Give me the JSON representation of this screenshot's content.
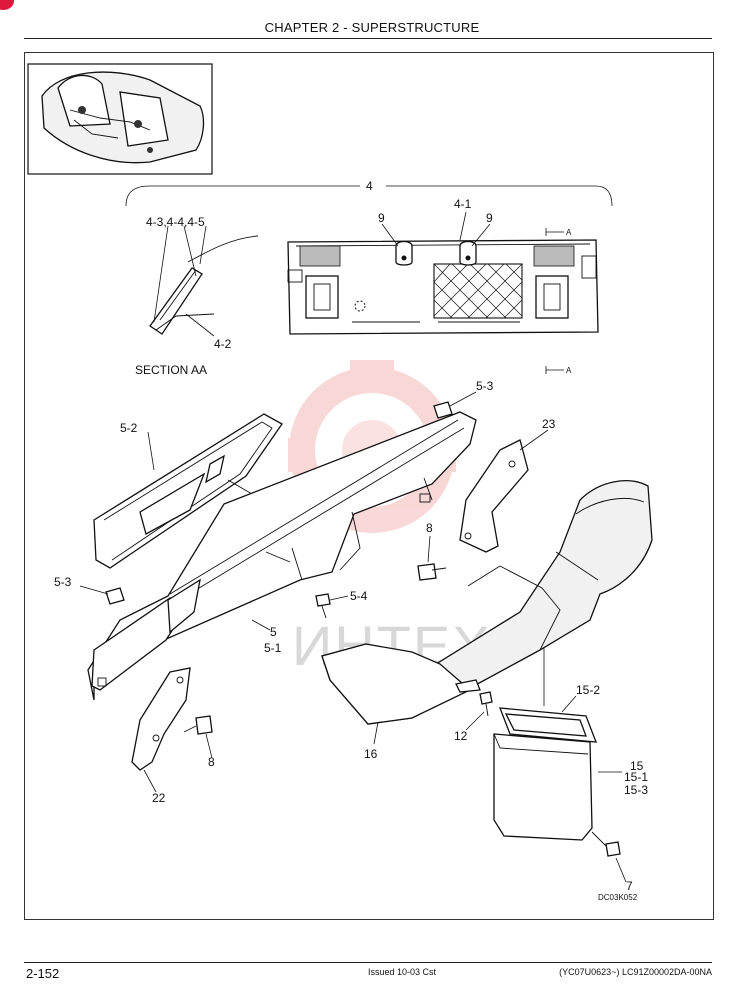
{
  "header": {
    "title": "CHAPTER 2 - SUPERSTRUCTURE"
  },
  "footer": {
    "page_number": "2-152",
    "issued": "Issued 10-03   Cst",
    "code": "(YC07U0623~)   LC91Z00002DA-00NA"
  },
  "diagram": {
    "section_label": "SECTION AA",
    "figure_code": "DC03K052",
    "watermark": "ИНТЕХ",
    "callouts": {
      "c4": "4",
      "c4_1": "4-1",
      "c4_2": "4-2",
      "c4_345": "4-3,4-4,4-5",
      "c9a": "9",
      "c9b": "9",
      "arrowA1": "A",
      "arrowA2": "A",
      "c5_3a": "5-3",
      "c5_3b": "5-3",
      "c5_2": "5-2",
      "c23": "23",
      "c8a": "8",
      "c8b": "8",
      "c5_4": "5-4",
      "c5": "5",
      "c5_1": "5-1",
      "c16": "16",
      "c12": "12",
      "c15_2": "15-2",
      "c15": "15",
      "c15_1": "15-1",
      "c15_3": "15-3",
      "c22": "22",
      "c7": "7"
    }
  }
}
